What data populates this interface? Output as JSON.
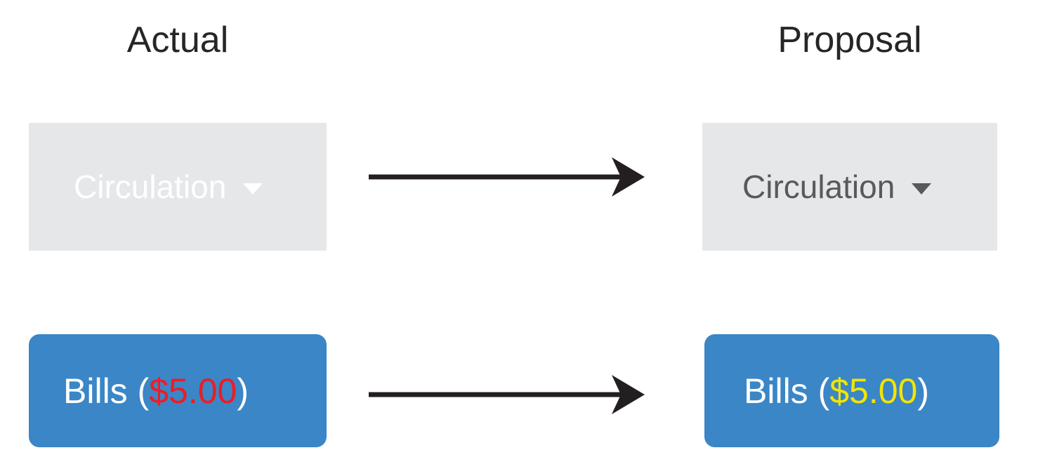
{
  "columns": {
    "left": {
      "title": "Actual"
    },
    "right": {
      "title": "Proposal"
    }
  },
  "rows": [
    {
      "name": "circulation-row",
      "left": {
        "label": "Circulation",
        "icon": "chevron-down-icon",
        "box_color": "#e6e7e8",
        "text_color": "#ffffff"
      },
      "right": {
        "label": "Circulation",
        "icon": "chevron-down-icon",
        "box_color": "#e6e7e8",
        "text_color": "#58595b"
      },
      "arrow": {
        "icon": "arrow-right-icon",
        "color": "#231f20"
      }
    },
    {
      "name": "bills-row",
      "left": {
        "label_prefix": "Bills (",
        "amount": "$5.00",
        "label_suffix": ")",
        "box_color": "#3b86c6",
        "text_color": "#ffffff",
        "amount_color": "#ee1c25"
      },
      "right": {
        "label_prefix": "Bills (",
        "amount": "$5.00",
        "label_suffix": ")",
        "box_color": "#3b86c6",
        "text_color": "#ffffff",
        "amount_color": "#f2e500"
      },
      "arrow": {
        "icon": "arrow-right-icon",
        "color": "#231f20"
      }
    }
  ],
  "palette": {
    "background": "#ffffff",
    "title_text": "#262626",
    "grey_box": "#e6e7e8",
    "blue_box": "#3b86c6",
    "arrow": "#231f20",
    "red": "#ee1c25",
    "yellow": "#f2e500",
    "grey_text": "#58595b"
  }
}
